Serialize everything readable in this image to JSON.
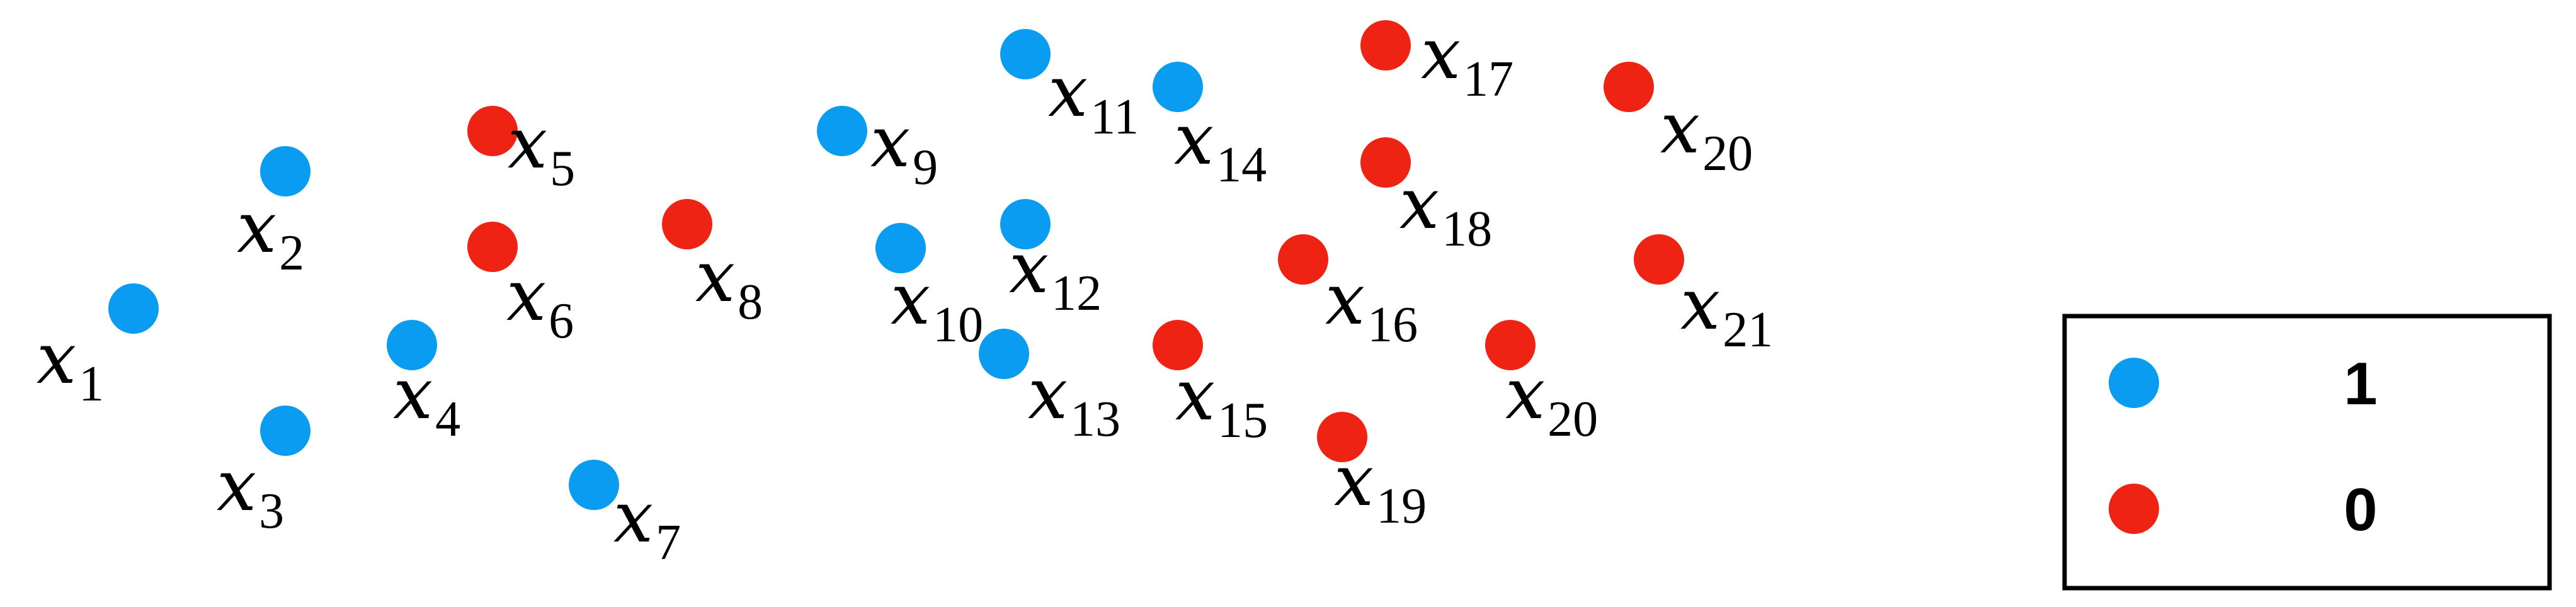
{
  "colors": {
    "class_1": "#0a9cf0",
    "class_0": "#ee2313",
    "text": "#000000",
    "legend_border": "#000000"
  },
  "points": [
    {
      "var": "x",
      "sub": "1",
      "class": "1"
    },
    {
      "var": "x",
      "sub": "2",
      "class": "1"
    },
    {
      "var": "x",
      "sub": "3",
      "class": "1"
    },
    {
      "var": "x",
      "sub": "4",
      "class": "1"
    },
    {
      "var": "x",
      "sub": "5",
      "class": "0"
    },
    {
      "var": "x",
      "sub": "6",
      "class": "0"
    },
    {
      "var": "x",
      "sub": "7",
      "class": "1"
    },
    {
      "var": "x",
      "sub": "8",
      "class": "0"
    },
    {
      "var": "x",
      "sub": "9",
      "class": "1"
    },
    {
      "var": "x",
      "sub": "10",
      "class": "1"
    },
    {
      "var": "x",
      "sub": "11",
      "class": "1"
    },
    {
      "var": "x",
      "sub": "12",
      "class": "1"
    },
    {
      "var": "x",
      "sub": "13",
      "class": "1"
    },
    {
      "var": "x",
      "sub": "14",
      "class": "1"
    },
    {
      "var": "x",
      "sub": "15",
      "class": "0"
    },
    {
      "var": "x",
      "sub": "16",
      "class": "0"
    },
    {
      "var": "x",
      "sub": "17",
      "class": "0"
    },
    {
      "var": "x",
      "sub": "18",
      "class": "0"
    },
    {
      "var": "x",
      "sub": "19",
      "class": "0"
    },
    {
      "var": "x",
      "sub": "20",
      "class": "0"
    },
    {
      "var": "x",
      "sub": "20",
      "class": "0"
    },
    {
      "var": "x",
      "sub": "21",
      "class": "0"
    }
  ],
  "legend": {
    "items": [
      {
        "label": "1",
        "class": "1"
      },
      {
        "label": "0",
        "class": "0"
      }
    ]
  }
}
